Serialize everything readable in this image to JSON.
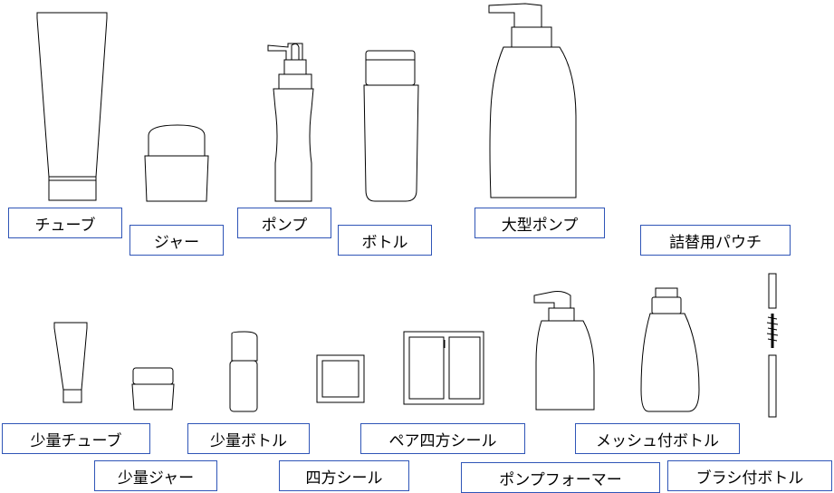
{
  "colors": {
    "label_border": "#2f55b7",
    "outline": "#000000",
    "background": "#ffffff"
  },
  "labels": {
    "tube": "チューブ",
    "jar": "ジャー",
    "pump": "ポンプ",
    "bottle": "ボトル",
    "large_pump": "大型ポンプ",
    "refill_pouch": "詰替用パウチ",
    "small_tube": "少量チューブ",
    "small_jar": "少量ジャー",
    "small_bottle": "少量ボトル",
    "four_side_seal": "四方シール",
    "pair_four_side_seal": "ペア四方シール",
    "pump_foamer": "ポンプフォーマー",
    "mesh_bottle": "メッシュ付ボトル",
    "brush_bottle": "ブラシ付ボトル"
  }
}
